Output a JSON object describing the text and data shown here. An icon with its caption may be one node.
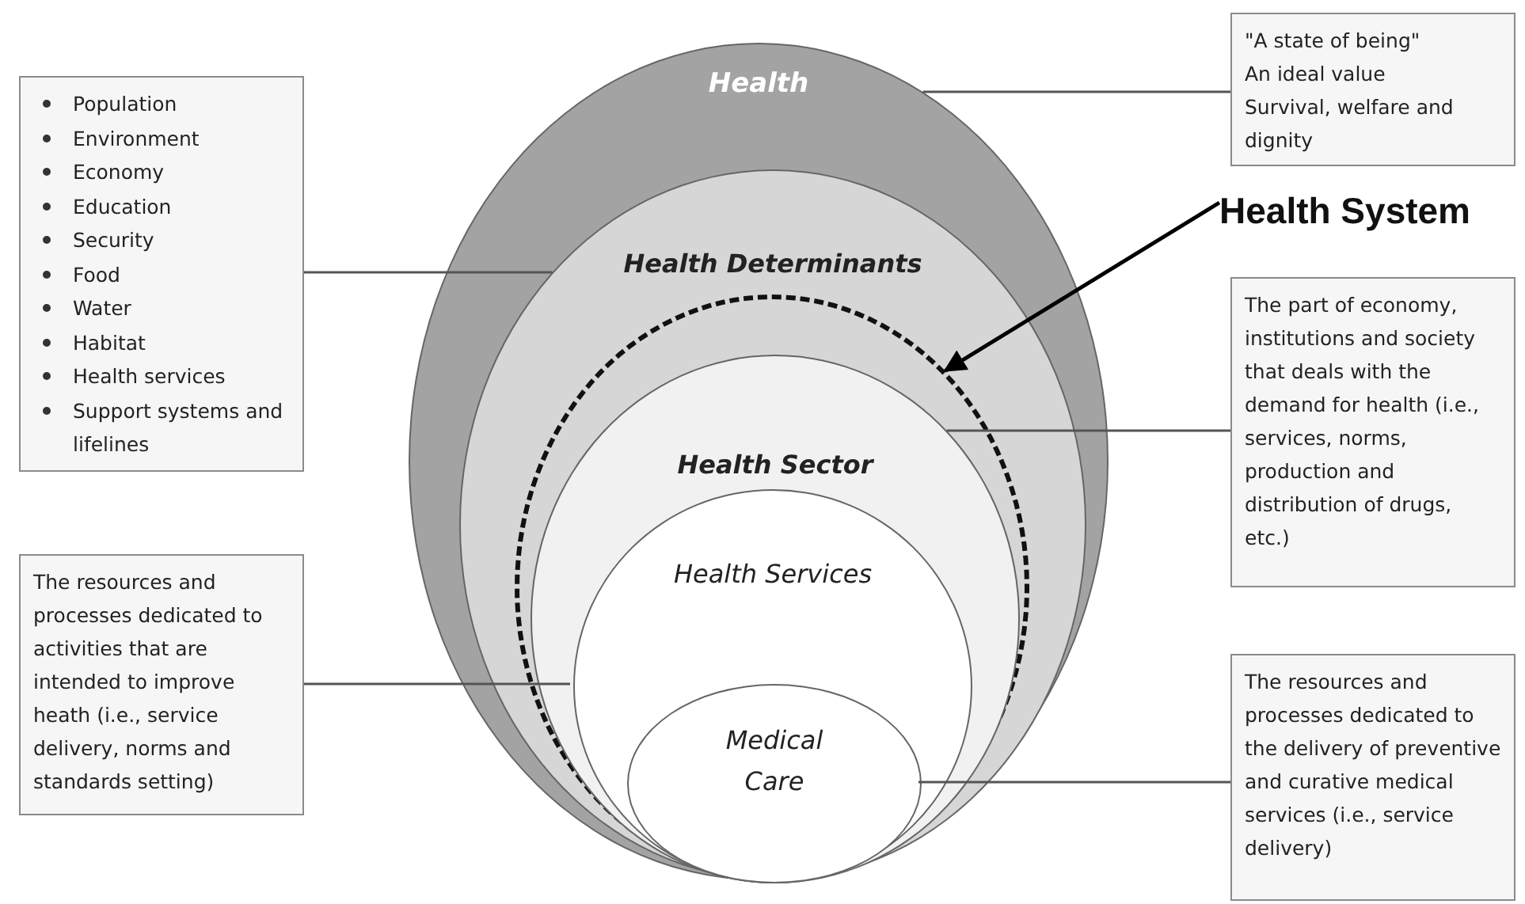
{
  "diagram": {
    "nodes": [
      {
        "text": [
          "Health"
        ]
      },
      {
        "text": [
          "Health Determinants"
        ],
        "in": 0
      },
      {
        "text": [],
        "shape": "circle",
        "in": 1
      },
      {
        "text": [
          "Health Sector"
        ],
        "in": 2
      },
      {
        "text": [
          "Health Services"
        ],
        "in": 3
      },
      {
        "text": [
          "Medical Care"
        ],
        "in": 4
      },
      {
        "text": [
          "Population",
          "Environment",
          "Economy",
          "Education",
          "Security",
          "Food",
          "Water",
          "Habitat",
          "Health services",
          "Support systems and lifelines"
        ]
      },
      {
        "text": [
          "The resources and processes dedicated to activities that are intended to improve heath (i.e., service delivery, norms and standards setting)"
        ]
      },
      {
        "text": [
          "\"A state of being\"",
          "An ideal value",
          "Survival, welfare and dignity"
        ]
      },
      {
        "text": [
          "Health System"
        ]
      },
      {
        "text": [
          "The part of economy, institutions and society that deals with the demand for health (i.e., services, norms, production and distribution of drugs, etc.)"
        ]
      },
      {
        "text": [
          "The resources and processes dedicated to the delivery of preventive and curative medical services (i.e., service delivery)"
        ]
      }
    ],
    "edges": [
      {
        "from": 6,
        "to": 1,
        "arrow": "none"
      },
      {
        "from": 7,
        "to": 4,
        "arrow": "none"
      },
      {
        "from": 8,
        "to": 0,
        "arrow": "none"
      },
      {
        "from": 9,
        "to": 2,
        "arrow": "to",
        "color": "#000000"
      },
      {
        "from": 10,
        "to": 3,
        "arrow": "none"
      },
      {
        "from": 11,
        "to": 5,
        "arrow": "none"
      }
    ]
  }
}
